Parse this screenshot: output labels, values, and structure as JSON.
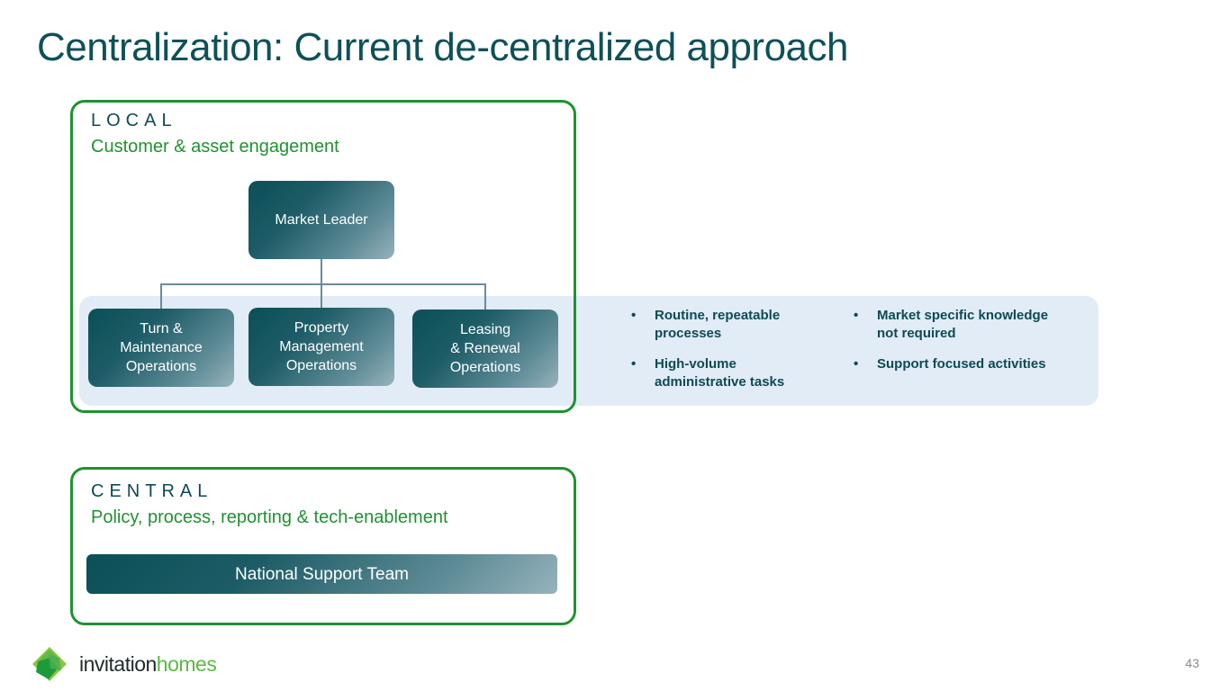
{
  "slide": {
    "title": "Centralization: Current de-centralized approach",
    "page_number": "43"
  },
  "local": {
    "label": "LOCAL",
    "subtitle": "Customer & asset engagement",
    "leader": "Market Leader",
    "teams": [
      "Turn &\nMaintenance\nOperations",
      "Property\nManagement\nOperations",
      "Leasing\n& Renewal\nOperations"
    ]
  },
  "characteristics": {
    "column1": [
      "Routine, repeatable processes",
      "High-volume administrative tasks"
    ],
    "column2": [
      "Market specific knowledge not required",
      "Support focused activities"
    ],
    "bullet": "•"
  },
  "central": {
    "label": "CENTRAL",
    "subtitle": "Policy, process, reporting & tech-enablement",
    "team": "National Support Team"
  },
  "logo": {
    "word1": "invitation",
    "word2": "homes"
  },
  "colors": {
    "title": "#0e5157",
    "accent_green": "#1f9230",
    "band": "#e1ecf6",
    "box_dark": "#0b4f57"
  }
}
